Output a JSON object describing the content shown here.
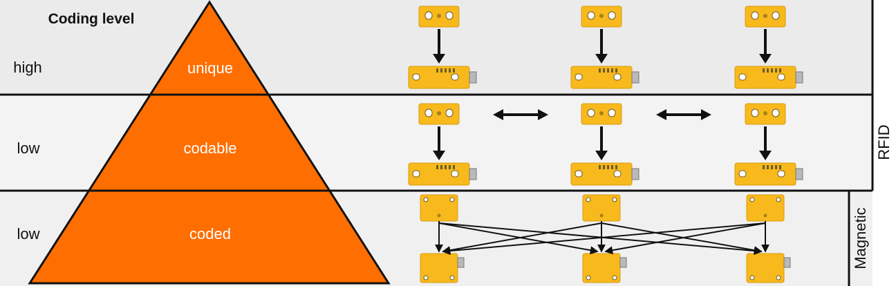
{
  "header": {
    "title": "Coding level"
  },
  "rows": [
    {
      "level": "high",
      "tier": "unique"
    },
    {
      "level": "low",
      "tier": "codable"
    },
    {
      "level": "low",
      "tier": "coded"
    }
  ],
  "side_labels": {
    "rfid": "RFID",
    "magnetic": "Magnetic"
  },
  "colors": {
    "row_bg_top": "#eaeaea",
    "row_bg_mid": "#f2f2f2",
    "row_bg_bottom": "#f0f0f0",
    "pyramid": "#ff6e00",
    "pyramid_text": "#ffffff",
    "device_yellow": "#f7b91c",
    "device_dark": "#d99a12",
    "line": "#111111"
  },
  "icons": {
    "target": "actuator-icon",
    "sensor": "sensor-icon",
    "magnet_target": "magnet-actuator-icon",
    "magnet_sensor": "magnet-sensor-icon"
  }
}
